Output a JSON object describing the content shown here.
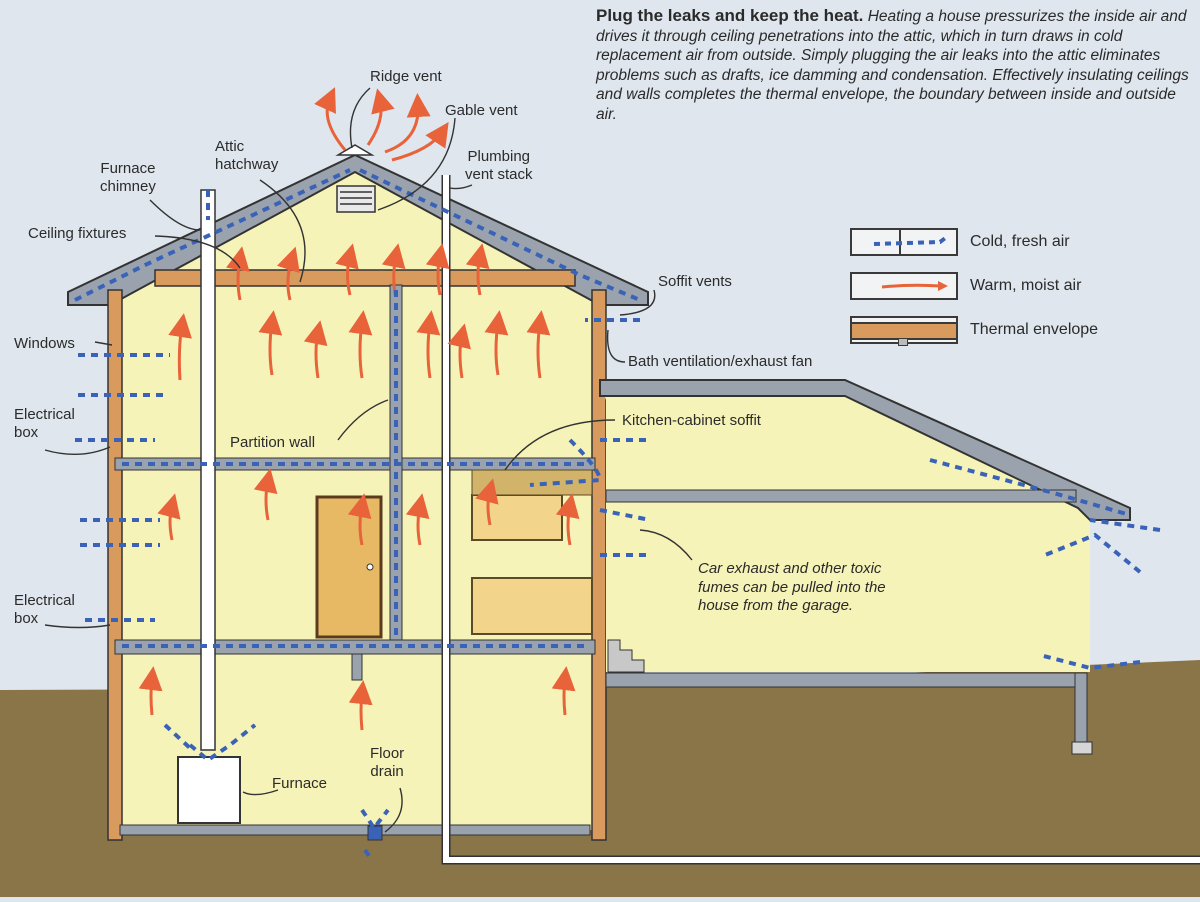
{
  "caption": {
    "title": "Plug the leaks and keep the heat.",
    "body": "Heating a house pressurizes the inside air and drives it through ceiling penetrations into the attic, which in turn draws in cold replacement air from outside. Simply plugging the air leaks into the attic eliminates problems such as drafts, ice damming and condensation. Effectively insulating ceilings and walls completes the thermal envelope, the boundary between inside and outside air."
  },
  "legend": [
    {
      "label": "Cold, fresh air",
      "symbol": "blue-dashed-arrows",
      "color": "#3a63b8"
    },
    {
      "label": "Warm, moist air",
      "symbol": "orange-arrow",
      "color": "#e8633a"
    },
    {
      "label": "Thermal envelope",
      "symbol": "tan-band",
      "color": "#d99a5e"
    }
  ],
  "labels": {
    "ridge_vent": "Ridge vent",
    "gable_vent": "Gable vent",
    "plumbing_vent_stack": "Plumbing\nvent stack",
    "attic_hatchway": "Attic\nhatchway",
    "furnace_chimney": "Furnace\nchimney",
    "ceiling_fixtures": "Ceiling fixtures",
    "soffit_vents": "Soffit vents",
    "bath_fan": "Bath ventilation/exhaust fan",
    "windows": "Windows",
    "electrical_box_1": "Electrical\nbox",
    "electrical_box_2": "Electrical\nbox",
    "partition_wall": "Partition wall",
    "kitchen_cabinet_soffit": "Kitchen-cabinet soffit",
    "furnace": "Furnace",
    "floor_drain": "Floor\ndrain"
  },
  "garage_note": "Car exhaust and other toxic\nfumes can be pulled into the\nhouse from the garage.",
  "colors": {
    "sky": "#dfe6ee",
    "interior": "#f6f3b8",
    "ground": "#8a7548",
    "wall_gray": "#9aa3ad",
    "envelope_tan": "#d99a5e",
    "cold_air": "#3a63b8",
    "warm_air": "#e8633a"
  }
}
